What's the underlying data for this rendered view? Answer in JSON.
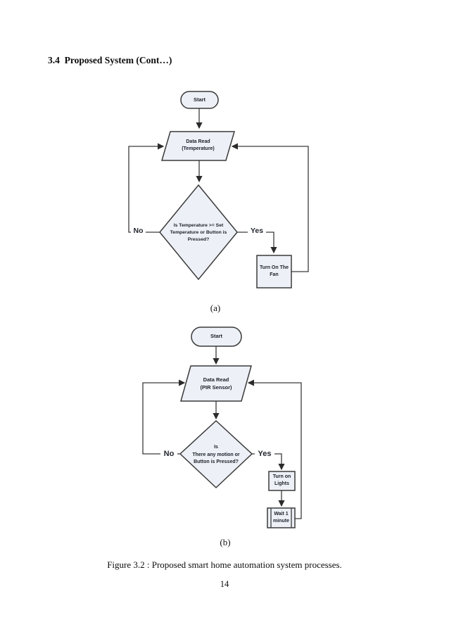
{
  "page": {
    "heading": "3.4  Proposed System (Cont…)",
    "caption": "Figure 3.2 : Proposed smart home automation system processes.",
    "page_number": "14"
  },
  "flowchart_a": {
    "label": "(a)",
    "start": "Start",
    "io": "Data Read\n(Temperature)",
    "decision": "Is Temperature >= Set\nTemperature or Button is\nPressed?",
    "no": "No",
    "yes": "Yes",
    "process": "Turn On The\nFan"
  },
  "flowchart_b": {
    "label": "(b)",
    "start": "Start",
    "io": "Data Read\n(PIR Sensor)",
    "decision": "Is\nThere any motion or\nButton is Pressed?",
    "no": "No",
    "yes": "Yes",
    "process": "Turn on\nLights",
    "wait": "Wait 1\nminute"
  },
  "colors": {
    "shape_fill": "#edf1f7",
    "shape_border": "#3a3a3a",
    "connector": "#3b3b3b",
    "shape_text": "#1b1f2a"
  }
}
